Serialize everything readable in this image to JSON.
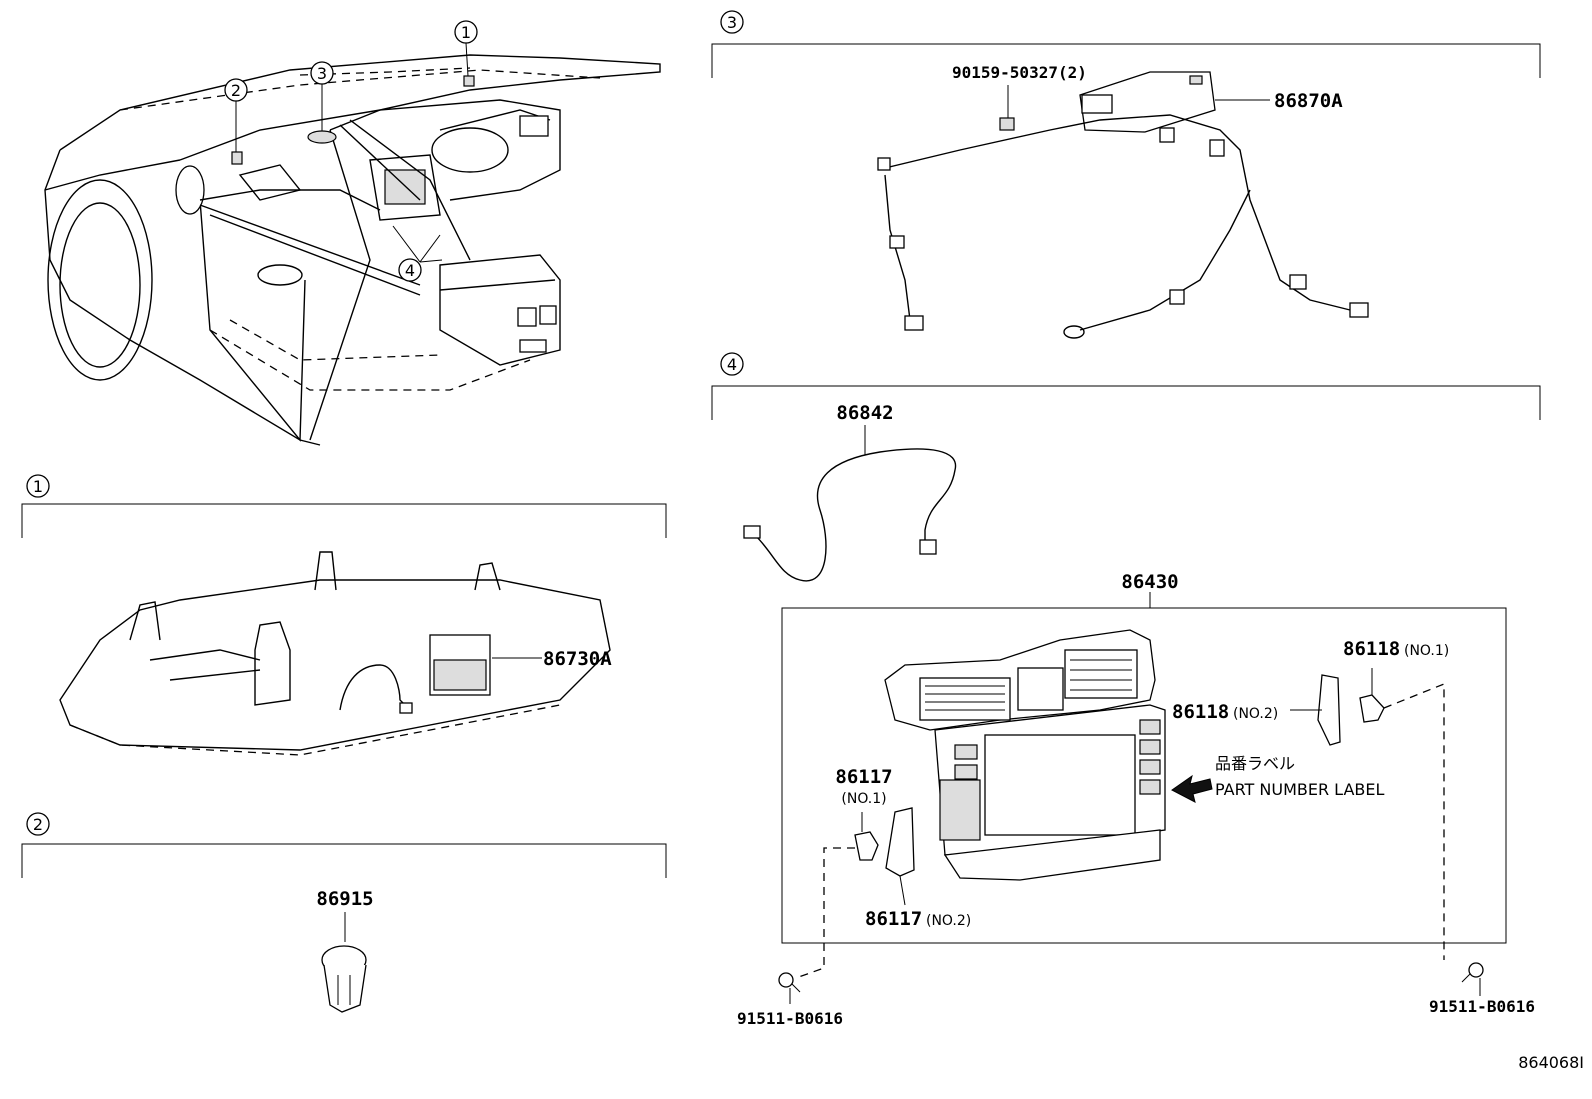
{
  "figure_code": "864068I",
  "overview": {
    "callouts": [
      {
        "num": "1"
      },
      {
        "num": "2"
      },
      {
        "num": "3"
      },
      {
        "num": "4"
      }
    ]
  },
  "sections": [
    {
      "num": "1",
      "parts": [
        {
          "label": "86730A"
        }
      ]
    },
    {
      "num": "2",
      "parts": [
        {
          "label": "86915"
        }
      ]
    },
    {
      "num": "3",
      "parts": [
        {
          "label": "90159-50327(2)"
        },
        {
          "label": "86870A"
        }
      ]
    },
    {
      "num": "4",
      "parts": [
        {
          "label": "86842"
        },
        {
          "label": "86430"
        },
        {
          "label": "86118",
          "note": "(NO.1)"
        },
        {
          "label": "86118",
          "note": "(NO.2)"
        },
        {
          "label": "86117",
          "note": "(NO.1)"
        },
        {
          "label": "86117",
          "note": "(NO.2)"
        },
        {
          "label": "91511-B0616"
        },
        {
          "label": "91511-B0616"
        }
      ]
    }
  ],
  "label_note": {
    "jp": "品番ラベル",
    "en": "PART NUMBER LABEL"
  }
}
